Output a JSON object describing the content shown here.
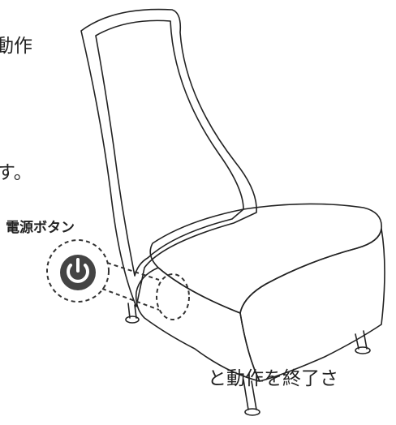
{
  "texts": {
    "line1": "動作",
    "line2": "す。",
    "line3": "と動作を終了さ"
  },
  "power_button_label": "電源ボタン",
  "icons": [
    "power-icon"
  ],
  "colors": {
    "outline": "#222222",
    "power_icon": "#444444"
  }
}
